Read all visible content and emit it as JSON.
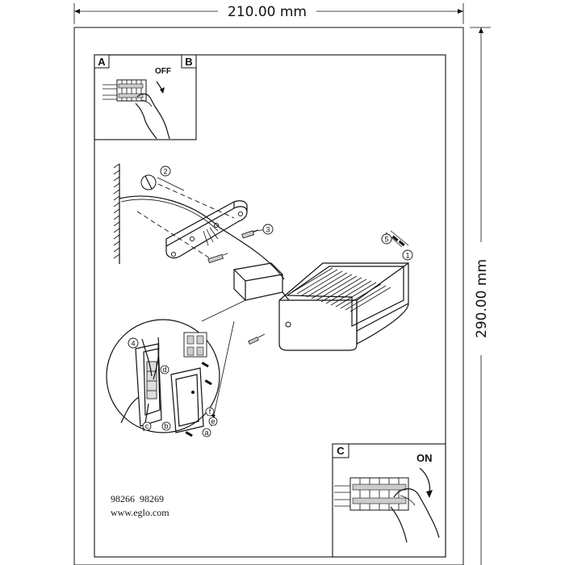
{
  "dimensions": {
    "width_label": "210.00 mm",
    "height_label": "290.00 mm"
  },
  "panels": {
    "a": {
      "letter": "A",
      "switch_label": "OFF"
    },
    "b": {
      "letter": "B"
    },
    "c": {
      "letter": "C",
      "switch_label": "ON"
    }
  },
  "steps": [
    "1",
    "2",
    "3",
    "4",
    "5"
  ],
  "wire_markers": [
    "a",
    "b",
    "c",
    "d",
    "e",
    "f"
  ],
  "footer": {
    "models": "98266  98269",
    "website": "www.eglo.com"
  }
}
